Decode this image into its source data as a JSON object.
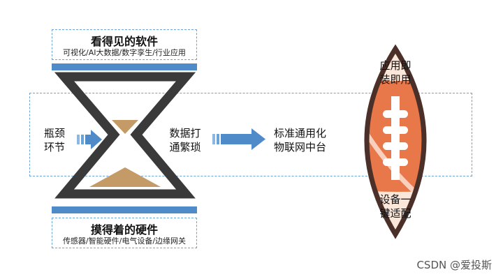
{
  "top": {
    "title": "看得见的软件",
    "subtitle": "可视化/AI大数据/数字孪生/行业应用"
  },
  "bottom": {
    "title": "摸得着的硬件",
    "subtitle": "传感器/智能硬件/电气设备/边缘网关"
  },
  "left_label": "瓶颈\n环节",
  "middle_label": "数据打\n通繁琐",
  "right_label": "标准通用化\n物联网中台",
  "ball": {
    "top_text": "应用即\n装即用",
    "bottom_text": "设备一\n键适配"
  },
  "watermark": "CSDN @爱投斯",
  "colors": {
    "blue": "#4f8bc9",
    "dark": "#3a3a3a",
    "sand": "#c49a66",
    "ball_orange": "#e8784a",
    "ball_light": "#fbe6da",
    "ball_outline": "#4a3028"
  }
}
